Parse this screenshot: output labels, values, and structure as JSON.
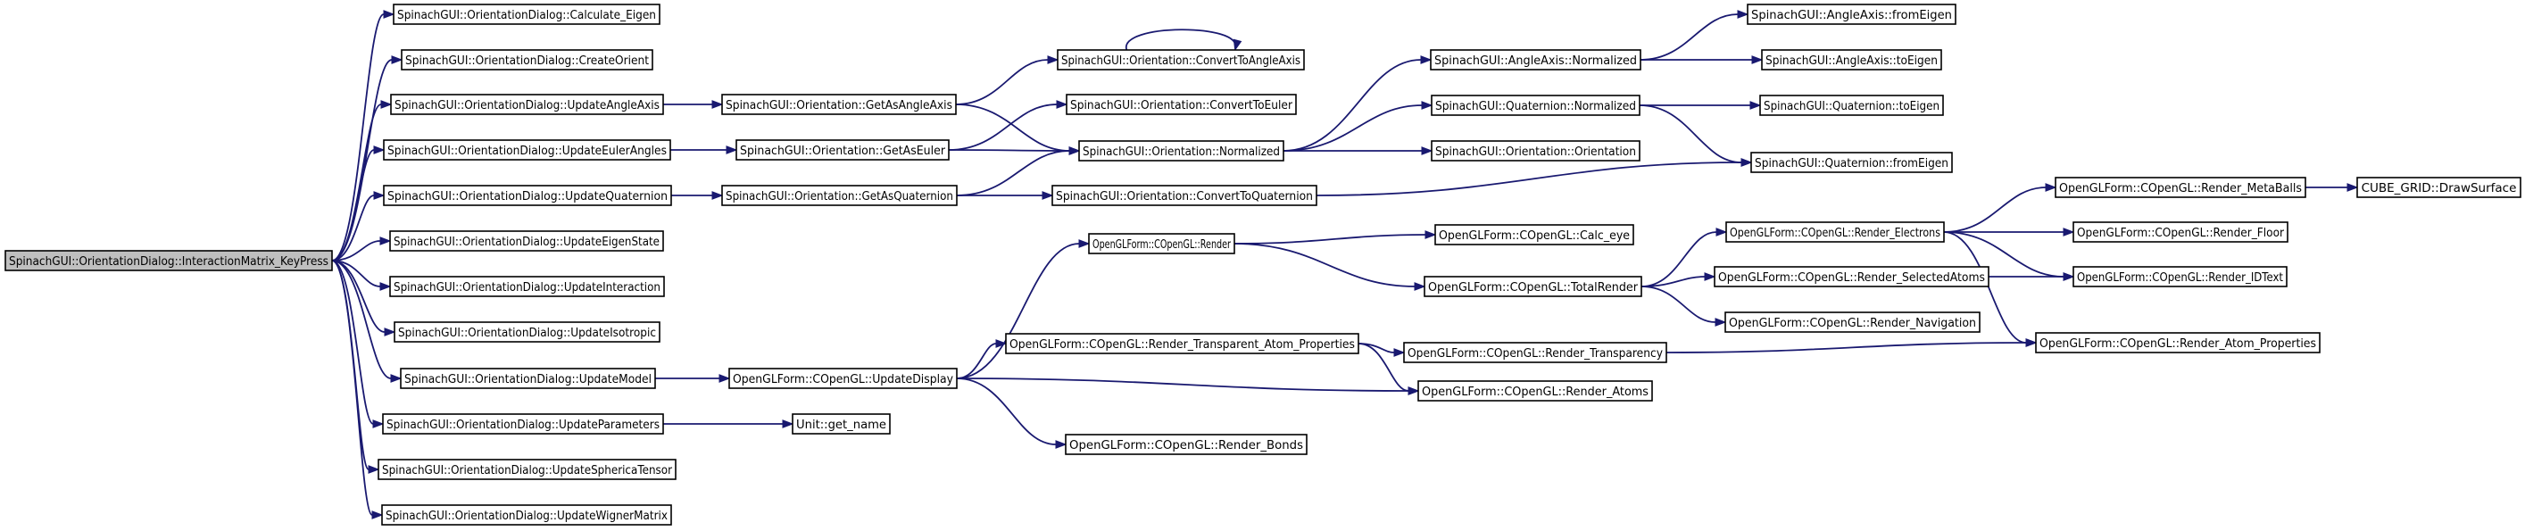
{
  "graph": {
    "nodes": [
      {
        "id": "ik",
        "label": "SpinachGUI::OrientationDialog::InteractionMatrix_KeyPress",
        "root": true
      },
      {
        "id": "ce",
        "label": "SpinachGUI::OrientationDialog::Calculate_Eigen"
      },
      {
        "id": "co",
        "label": "SpinachGUI::OrientationDialog::CreateOrient"
      },
      {
        "id": "uaa",
        "label": "SpinachGUI::OrientationDialog::UpdateAngleAxis"
      },
      {
        "id": "uea",
        "label": "SpinachGUI::OrientationDialog::UpdateEulerAngles"
      },
      {
        "id": "uq",
        "label": "SpinachGUI::OrientationDialog::UpdateQuaternion"
      },
      {
        "id": "ues",
        "label": "SpinachGUI::OrientationDialog::UpdateEigenState"
      },
      {
        "id": "ui",
        "label": "SpinachGUI::OrientationDialog::UpdateInteraction"
      },
      {
        "id": "uiso",
        "label": "SpinachGUI::OrientationDialog::UpdateIsotropic"
      },
      {
        "id": "um",
        "label": "SpinachGUI::OrientationDialog::UpdateModel"
      },
      {
        "id": "up",
        "label": "SpinachGUI::OrientationDialog::UpdateParameters"
      },
      {
        "id": "ust",
        "label": "SpinachGUI::OrientationDialog::UpdateSphericaTensor"
      },
      {
        "id": "uwm",
        "label": "SpinachGUI::OrientationDialog::UpdateWignerMatrix"
      },
      {
        "id": "gaa",
        "label": "SpinachGUI::Orientation::GetAsAngleAxis"
      },
      {
        "id": "gae",
        "label": "SpinachGUI::Orientation::GetAsEuler"
      },
      {
        "id": "gaq",
        "label": "SpinachGUI::Orientation::GetAsQuaternion"
      },
      {
        "id": "ctaa",
        "label": "SpinachGUI::Orientation::ConvertToAngleAxis"
      },
      {
        "id": "cte",
        "label": "SpinachGUI::Orientation::ConvertToEuler"
      },
      {
        "id": "onorm",
        "label": "SpinachGUI::Orientation::Normalized"
      },
      {
        "id": "ctq",
        "label": "SpinachGUI::Orientation::ConvertToQuaternion"
      },
      {
        "id": "aanorm",
        "label": "SpinachGUI::AngleAxis::Normalized"
      },
      {
        "id": "qnorm",
        "label": "SpinachGUI::Quaternion::Normalized"
      },
      {
        "id": "oo",
        "label": "SpinachGUI::Orientation::Orientation"
      },
      {
        "id": "aafe",
        "label": "SpinachGUI::AngleAxis::fromEigen"
      },
      {
        "id": "aate",
        "label": "SpinachGUI::AngleAxis::toEigen"
      },
      {
        "id": "qte",
        "label": "SpinachGUI::Quaternion::toEigen"
      },
      {
        "id": "qfe",
        "label": "SpinachGUI::Quaternion::fromEigen"
      },
      {
        "id": "ud",
        "label": "OpenGLForm::COpenGL::UpdateDisplay"
      },
      {
        "id": "ugn",
        "label": "Unit::get_name"
      },
      {
        "id": "rnd",
        "label": "OpenGLForm::COpenGL::Render"
      },
      {
        "id": "rtap",
        "label": "OpenGLForm::COpenGL::Render_Transparent_Atom_Properties"
      },
      {
        "id": "rb",
        "label": "OpenGLForm::COpenGL::Render_Bonds"
      },
      {
        "id": "calc",
        "label": "OpenGLForm::COpenGL::Calc_eye"
      },
      {
        "id": "tr",
        "label": "OpenGLForm::COpenGL::TotalRender"
      },
      {
        "id": "rt",
        "label": "OpenGLForm::COpenGL::Render_Transparency"
      },
      {
        "id": "ra",
        "label": "OpenGLForm::COpenGL::Render_Atoms"
      },
      {
        "id": "re",
        "label": "OpenGLForm::COpenGL::Render_Electrons"
      },
      {
        "id": "rsa",
        "label": "OpenGLForm::COpenGL::Render_SelectedAtoms"
      },
      {
        "id": "rn",
        "label": "OpenGLForm::COpenGL::Render_Navigation"
      },
      {
        "id": "rmb",
        "label": "OpenGLForm::COpenGL::Render_MetaBalls"
      },
      {
        "id": "rf",
        "label": "OpenGLForm::COpenGL::Render_Floor"
      },
      {
        "id": "rid",
        "label": "OpenGLForm::COpenGL::Render_IDText"
      },
      {
        "id": "rap",
        "label": "OpenGLForm::COpenGL::Render_Atom_Properties"
      },
      {
        "id": "cgds",
        "label": "CUBE_GRID::DrawSurface"
      }
    ],
    "edges": [
      [
        "ik",
        "ce"
      ],
      [
        "ik",
        "co"
      ],
      [
        "ik",
        "uaa"
      ],
      [
        "ik",
        "uea"
      ],
      [
        "ik",
        "uq"
      ],
      [
        "ik",
        "ues"
      ],
      [
        "ik",
        "ui"
      ],
      [
        "ik",
        "uiso"
      ],
      [
        "ik",
        "um"
      ],
      [
        "ik",
        "up"
      ],
      [
        "ik",
        "ust"
      ],
      [
        "ik",
        "uwm"
      ],
      [
        "uaa",
        "gaa"
      ],
      [
        "uea",
        "gae"
      ],
      [
        "uq",
        "gaq"
      ],
      [
        "gaa",
        "ctaa"
      ],
      [
        "gaa",
        "onorm"
      ],
      [
        "ctaa",
        "ctaa"
      ],
      [
        "gae",
        "cte"
      ],
      [
        "gae",
        "onorm"
      ],
      [
        "gaq",
        "onorm"
      ],
      [
        "gaq",
        "ctq"
      ],
      [
        "onorm",
        "aanorm"
      ],
      [
        "onorm",
        "qnorm"
      ],
      [
        "onorm",
        "oo"
      ],
      [
        "aanorm",
        "aafe"
      ],
      [
        "aanorm",
        "aate"
      ],
      [
        "qnorm",
        "qte"
      ],
      [
        "qnorm",
        "qfe"
      ],
      [
        "ctq",
        "qfe"
      ],
      [
        "um",
        "ud"
      ],
      [
        "up",
        "ugn"
      ],
      [
        "ud",
        "rnd"
      ],
      [
        "ud",
        "rtap"
      ],
      [
        "ud",
        "ra"
      ],
      [
        "ud",
        "rb"
      ],
      [
        "rnd",
        "calc"
      ],
      [
        "rnd",
        "tr"
      ],
      [
        "tr",
        "re"
      ],
      [
        "tr",
        "rsa"
      ],
      [
        "tr",
        "rn"
      ],
      [
        "rtap",
        "rt"
      ],
      [
        "rtap",
        "ra"
      ],
      [
        "rt",
        "rap"
      ],
      [
        "re",
        "rmb"
      ],
      [
        "re",
        "rf"
      ],
      [
        "re",
        "rid"
      ],
      [
        "re",
        "rap"
      ],
      [
        "rsa",
        "rid"
      ],
      [
        "rmb",
        "cgds"
      ]
    ]
  }
}
